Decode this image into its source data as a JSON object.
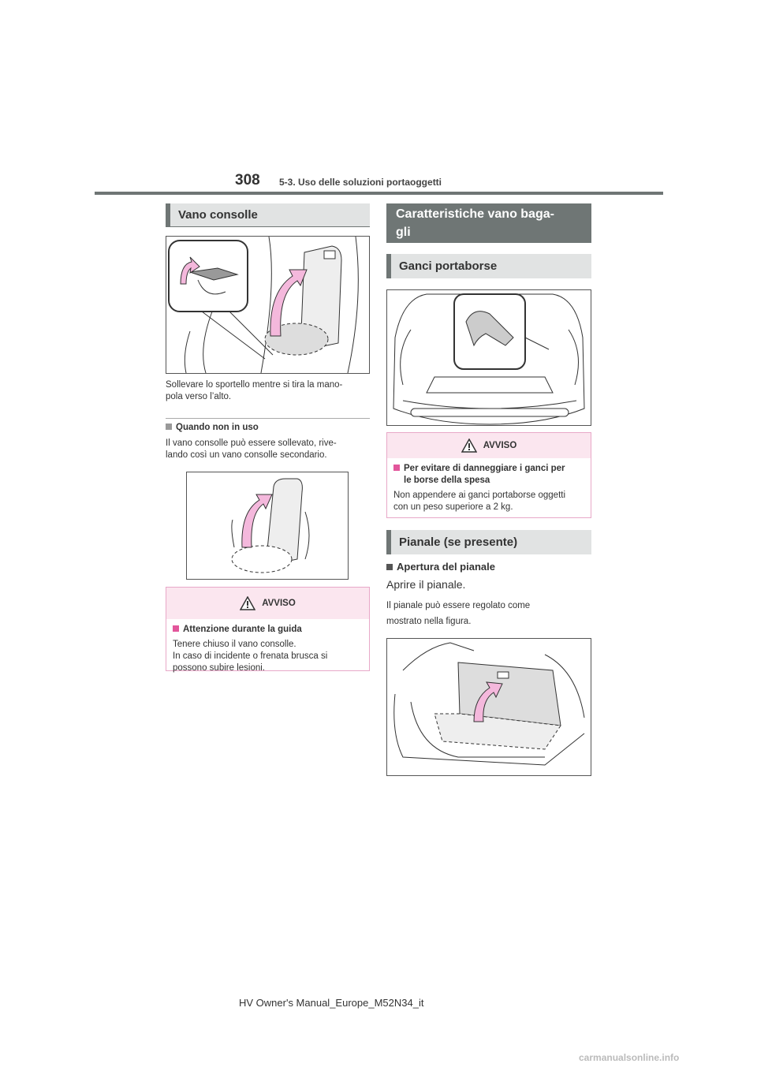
{
  "header": {
    "page_number": "308",
    "chapter": "5-3. Uso delle soluzioni portaoggetti"
  },
  "left": {
    "section_title": "Vano consolle",
    "caption1_line1": "Sollevare lo sportello mentre si tira la mano-",
    "caption1_line2": "pola verso l’alto.",
    "sub1_title": "Quando non in uso",
    "sub1_line1": "Il vano consolle può essere sollevato, rive-",
    "sub1_line2": "lando così un vano consolle secondario.",
    "warning": {
      "label": "AVVISO",
      "subtitle": "Attenzione durante la guida",
      "line1": "Tenere chiuso il vano consolle.",
      "line2": "In caso di incidente o frenata brusca si",
      "line3": "possono subire lesioni."
    }
  },
  "right": {
    "section_title_line1": "Caratteristiche vano baga-",
    "section_title_line2": "gli",
    "sub_title1": "Ganci portaborse",
    "warning": {
      "label": "AVVISO",
      "subtitle_line1": "Per evitare di danneggiare i ganci per",
      "subtitle_line2": "le borse della spesa",
      "line1": "Non appendere ai ganci portaborse oggetti",
      "line2": "con un peso superiore a 2 kg."
    },
    "sub_title2": "Pianale (se presente)",
    "sub2_heading": "Apertura del pianale",
    "sub2_line1": "Aprire il pianale.",
    "sub2_line2": "Il pianale può essere regolato come",
    "sub2_line3": "mostrato nella figura."
  },
  "footer": {
    "text": "HV Owner's Manual_Europe_M52N34_it",
    "logo": "carmanualsonline.info"
  },
  "colors": {
    "section_bar": "#e1e3e3",
    "section_dark": "#6f7675",
    "warning_border": "#e8a8c8",
    "warning_header": "#fbe6ef",
    "arrow_pink": "#f4b8dc"
  }
}
